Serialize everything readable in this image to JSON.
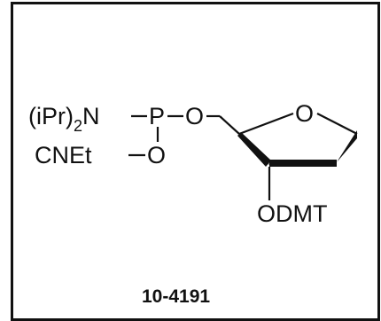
{
  "structure": {
    "amine_label": "(iPr)",
    "amine_sub": "2",
    "amine_n": "N",
    "phosphorus": "P",
    "ester_oxygen": "O",
    "cyanoethyl_label": "CNEt",
    "cyanoethyl_oxygen": "O",
    "ring_oxygen": "O",
    "protecting_group": "ODMT"
  },
  "catalog": {
    "code": "10-4191"
  }
}
